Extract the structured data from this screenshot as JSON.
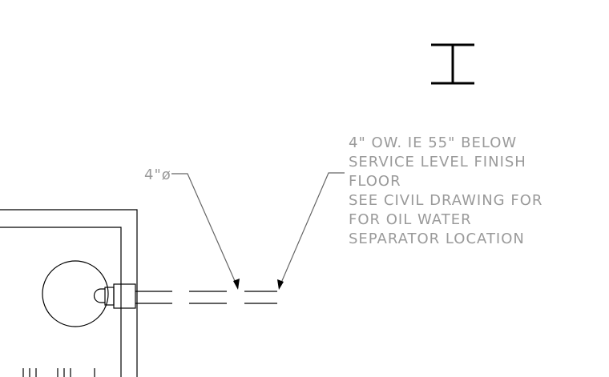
{
  "section_marker": {
    "letter": "I"
  },
  "pipe_label": "4\"ø",
  "note": {
    "lines": [
      "4\"  OW.  IE  55\"  BELOW",
      "SERVICE  LEVEL  FINISH",
      "FLOOR",
      "SEE  CIVIL  DRAWING  FOR",
      "FOR  OIL  WATER",
      "SEPARATOR  LOCATION"
    ]
  },
  "colors": {
    "linework": "#000000",
    "annotation_text": "#9a9a9a"
  }
}
